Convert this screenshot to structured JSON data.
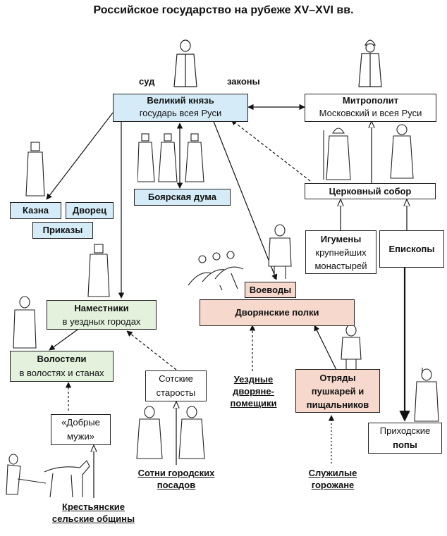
{
  "title": "Российское государство на рубеже XV–XVI вв.",
  "labels": {
    "court": "суд",
    "laws": "законы"
  },
  "nodes": {
    "grand_prince": {
      "line1": "Великий князь",
      "line2": "государь всея Руси"
    },
    "metropolitan": {
      "line1": "Митрополит",
      "line2": "Московский и всея Руси"
    },
    "boyar_duma": "Боярская дума",
    "church_council": "Церковный собор",
    "treasury": "Казна",
    "palace": "Дворец",
    "prikazy": "Приказы",
    "abbots": {
      "line1": "Игумены",
      "line2": "крупнейших",
      "line3": "монастырей"
    },
    "bishops": "Епископы",
    "voivodes": "Воеводы",
    "governors": {
      "line1": "Наместники",
      "line2": "в уездных городах"
    },
    "noble_regiments": "Дворянские полки",
    "volostels": {
      "line1": "Волостели",
      "line2": "в волостях и станах"
    },
    "sotskie": {
      "line1": "Сотские",
      "line2": "старосты"
    },
    "district_nobles": {
      "line1": "Уездные",
      "line2": "дворяне-",
      "line3": "помещики"
    },
    "gunners": {
      "line1": "Отряды",
      "line2": "пушкарей и",
      "line3": "пищальников"
    },
    "good_men": {
      "line1": "«Добрые",
      "line2": "мужи»"
    },
    "parish_priests": {
      "line1": "Приходские",
      "line2": "попы"
    },
    "town_hundreds": {
      "line1": "Сотни городских",
      "line2": "посадов"
    },
    "service_townsmen": {
      "line1": "Служилые",
      "line2": "горожане"
    },
    "peasant_communities": {
      "line1": "Крестьянские",
      "line2": "сельские общины"
    }
  },
  "colors": {
    "blue": "#d5ecf8",
    "green": "#e3f1dd",
    "pink": "#f6d8cc"
  }
}
